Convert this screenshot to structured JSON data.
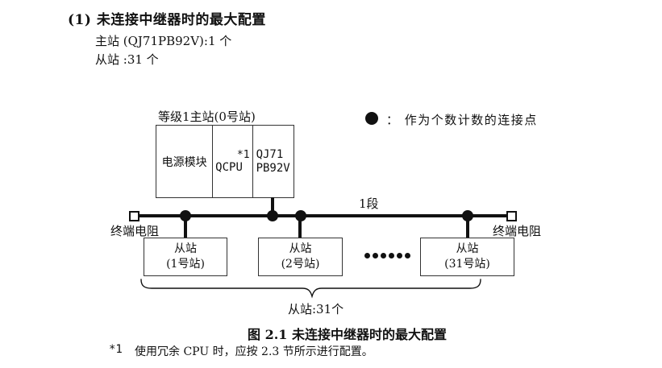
{
  "page": {
    "heading": "(1) 未连接中继器时的最大配置",
    "master_line": "主站 (QJ71PB92V):1 个",
    "slave_line": "从站 :31 个"
  },
  "diagram": {
    "master_station": {
      "label": "等级1主站(0号站)",
      "modules": {
        "power": "电源模块",
        "cpu": "QCPU",
        "cpu_note": "*1",
        "net_line1": "QJ71",
        "net_line2": "PB92V"
      }
    },
    "legend_text": "： 作为个数计数的连接点",
    "segment_label": "1段",
    "terminator_label_left": "终端电阻",
    "terminator_label_right": "终端电阻",
    "slaves": [
      {
        "line1": "从站",
        "line2": "(1号站)"
      },
      {
        "line1": "从站",
        "line2": "(2号站)"
      },
      {
        "line1": "从站",
        "line2": "(31号站)"
      }
    ],
    "brace_label": "从站:31个"
  },
  "figure": {
    "caption": "图 2.1 未连接中继器时的最大配置"
  },
  "footnote": {
    "marker": "*1",
    "text": "使用冗余 CPU 时，应按 2.3 节所示进行配置。"
  },
  "colors": {
    "ink": "#111111",
    "box_border": "#333333",
    "background": "#ffffff"
  }
}
